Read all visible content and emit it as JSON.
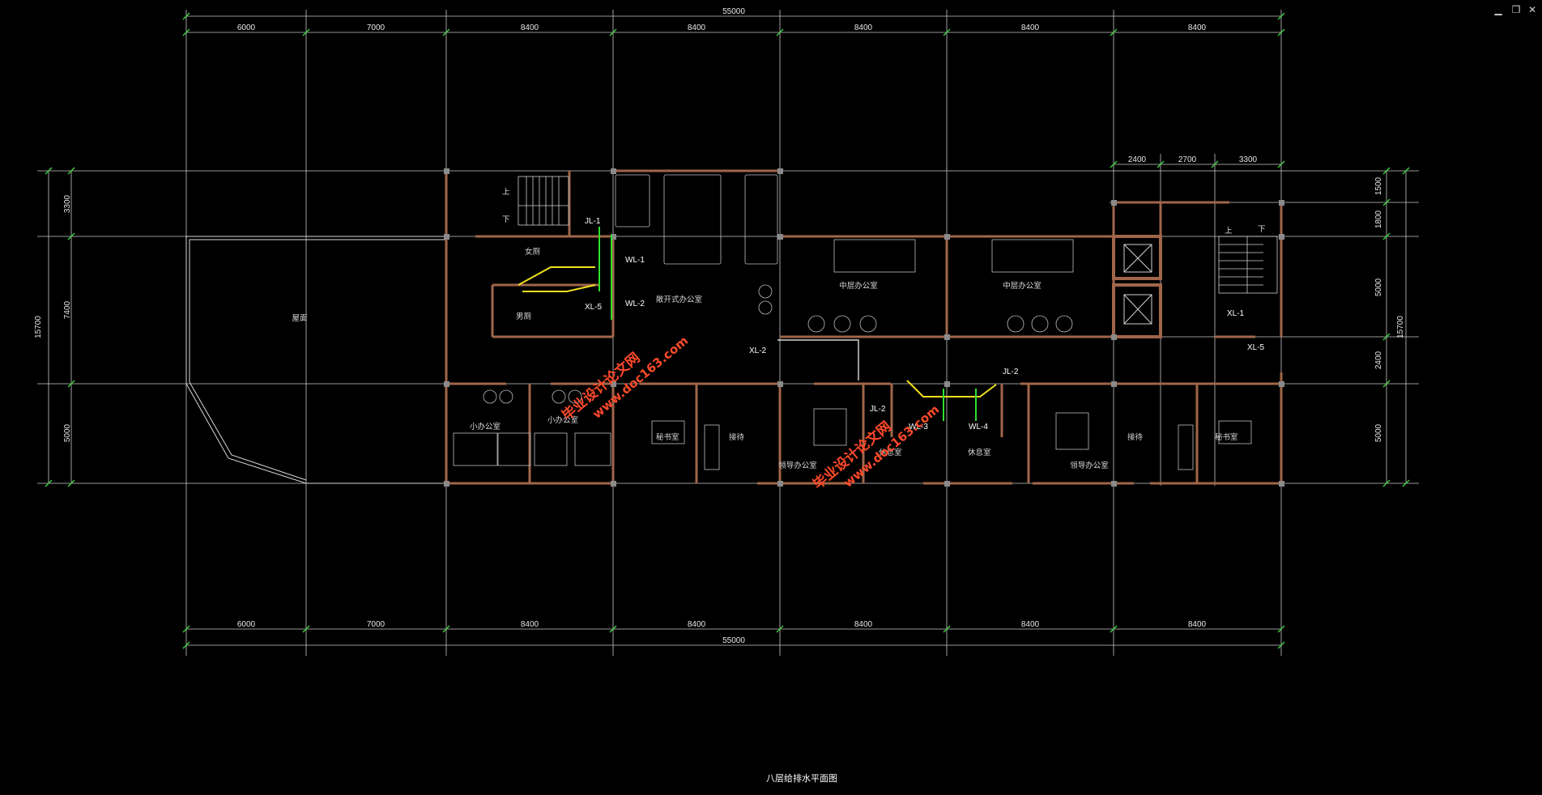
{
  "window": {
    "minimize": "▁",
    "restore": "❐",
    "close": "✕"
  },
  "dimensions": {
    "total": "55000",
    "bays": [
      "6000",
      "7000",
      "8400",
      "8400",
      "8400",
      "8400",
      "8400"
    ],
    "right_top": [
      "2400",
      "2700",
      "3300"
    ],
    "left_side": [
      "3300",
      "7400",
      "5000"
    ],
    "left_total": "15700",
    "right_side": [
      "1500",
      "1800",
      "5000",
      "2400",
      "5000"
    ],
    "right_total": "15700"
  },
  "rooms": {
    "roof": "屋面",
    "women_wc": "女厕",
    "men_wc": "男厕",
    "open_office": "敞开式办公室",
    "mid_office_1": "中层办公室",
    "mid_office_2": "中层办公室",
    "small_office_1": "小办公室",
    "small_office_2": "小办公室",
    "secretary_1": "秘书室",
    "reception_1": "接待",
    "leader_office_1": "领导办公室",
    "lounge_1": "休息室",
    "lounge_2": "休息室",
    "leader_office_2": "领导办公室",
    "reception_2": "接待",
    "secretary_2": "秘书室",
    "stair_up_1": "上",
    "stair_down_1": "下",
    "stair_up_2": "上",
    "stair_down_2": "下"
  },
  "pipe_tags": {
    "jl1": "JL-1",
    "wl1": "WL-1",
    "wl2": "WL-2",
    "xl5a": "XL-5",
    "xl2a": "XL-2",
    "xl1": "XL-1",
    "xl5b": "XL-5",
    "jl2a": "JL-2",
    "jl2b": "JL-2",
    "wl3": "WL-3",
    "wl4": "WL-4"
  },
  "watermark": {
    "cn": "毕业设计论文网",
    "url": "www.doc163.com"
  },
  "drawing_title": "八层给排水平面图",
  "colors": {
    "wall": "#a0664a",
    "grid": "#cccccc",
    "dim": "#3fcf3f",
    "pipe_green": "#2ee02e",
    "pipe_yellow": "#f0e020",
    "watermark": "#ff4a2a"
  }
}
